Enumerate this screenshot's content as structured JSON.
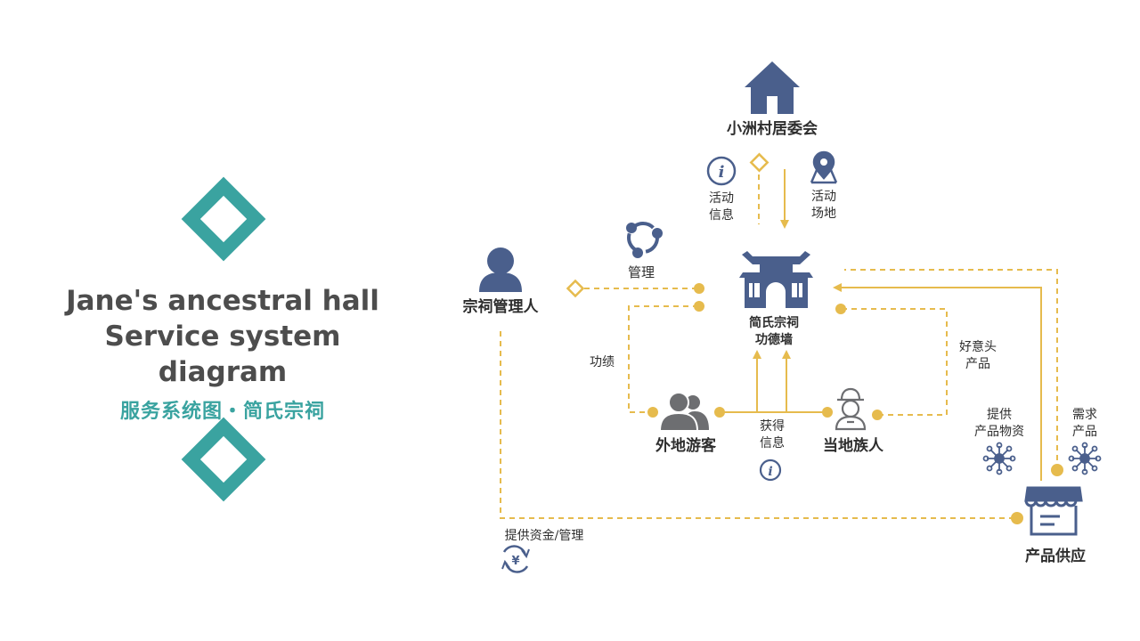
{
  "title": {
    "en_line1": "Jane's ancestral hall",
    "en_line2": "Service system diagram",
    "cn": "服务系统图・简氏宗祠"
  },
  "colors": {
    "accent_teal": "#3aa3a0",
    "navy": "#4a5f8c",
    "gold": "#e6bb4d",
    "gray": "#6d6e71"
  },
  "nodes": {
    "committee": "小洲村居委会",
    "hall_line1": "简氏宗祠",
    "hall_line2": "功德墙",
    "manager": "宗祠管理人",
    "tourists": "外地游客",
    "locals": "当地族人",
    "supplier": "产品供应"
  },
  "edge_labels": {
    "activity_info_1": "活动",
    "activity_info_2": "信息",
    "venue_1": "活动",
    "venue_2": "场地",
    "manage": "管理",
    "merit": "功绩",
    "good_luck_1": "好意头",
    "good_luck_2": "产品",
    "get_info_1": "获得",
    "get_info_2": "信息",
    "provide_materials_1": "提供",
    "provide_materials_2": "产品物资",
    "demand_1": "需求",
    "demand_2": "产品",
    "funds": "提供资金/管理"
  },
  "icons": [
    "house-icon",
    "info-icon",
    "location-icon",
    "share-icon",
    "person-icon",
    "temple-icon",
    "group-icon",
    "farmer-icon",
    "shop-icon",
    "yuan-exchange-icon",
    "network-icon",
    "diamond-icon"
  ]
}
